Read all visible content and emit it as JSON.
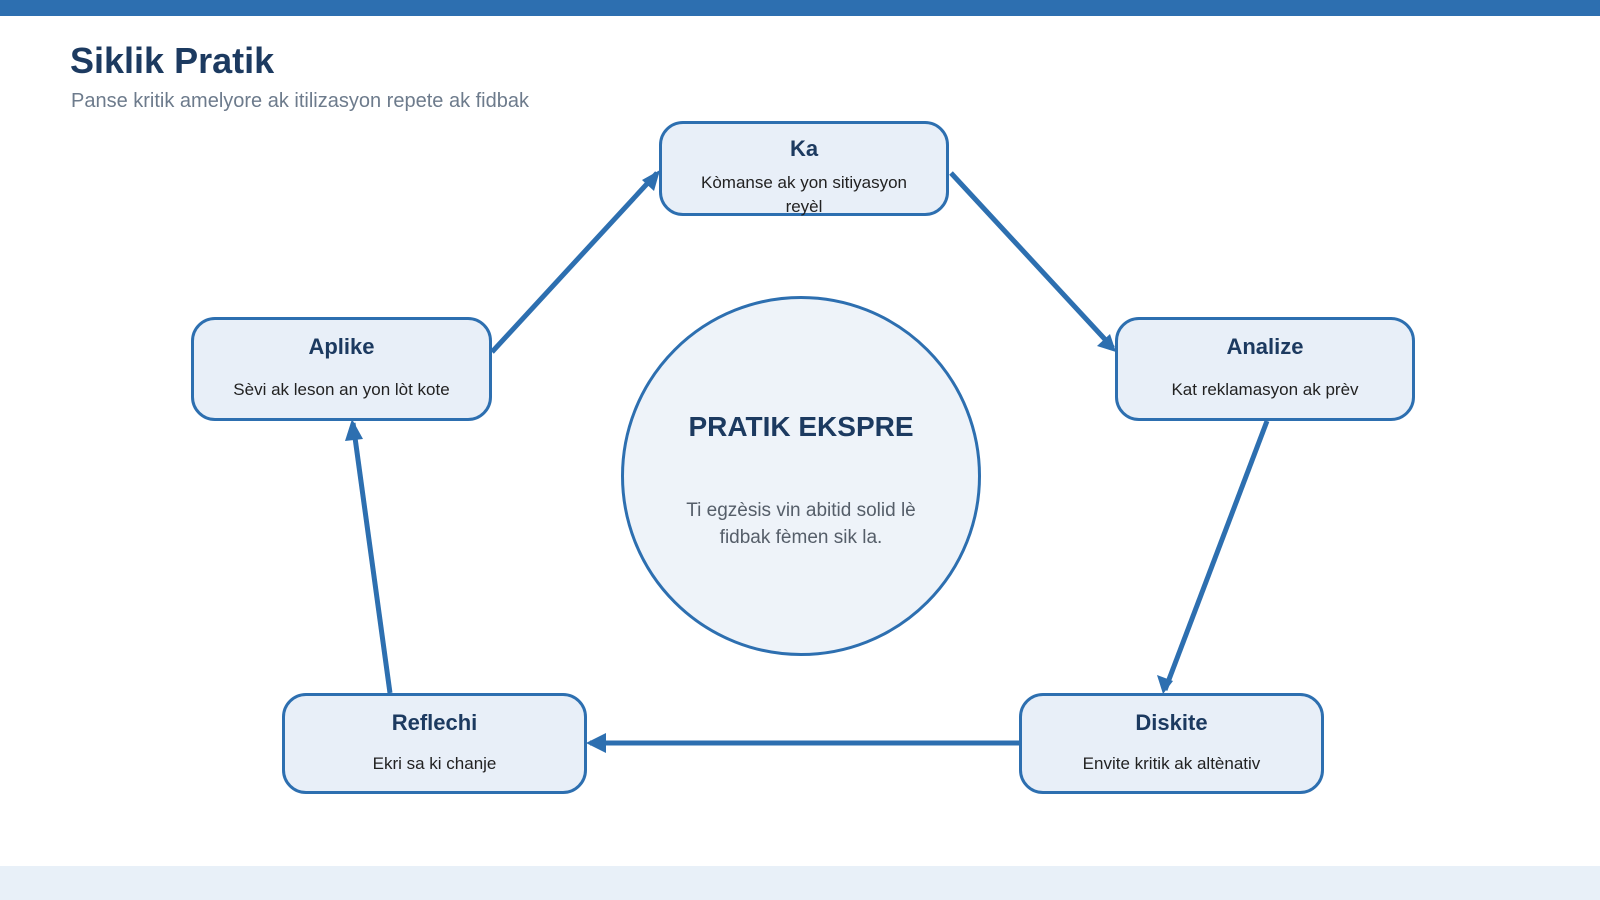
{
  "header": {
    "title": "Siklik Pratik",
    "subtitle": "Panse kritik amelyore ak itilizasyon repete ak fidbak"
  },
  "center": {
    "title": "PRATIK EKSPRE",
    "description": "Ti egzèsis vin abitid solid lè fidbak fèmen sik la."
  },
  "stages": [
    {
      "title": "Ka",
      "description": "Kòmanse ak yon sitiyasyon reyèl"
    },
    {
      "title": "Analize",
      "description": "Kat reklamasyon ak prèv"
    },
    {
      "title": "Diskite",
      "description": "Envite kritik ak altènativ"
    },
    {
      "title": "Reflechi",
      "description": "Ekri sa ki chanje"
    },
    {
      "title": "Aplike",
      "description": "Sèvi ak leson an yon lòt kote"
    }
  ],
  "colors": {
    "accent": "#2d6fb0",
    "title": "#1c3a60",
    "node_fill": "#e8eff8",
    "subtitle": "#6d7b8c"
  }
}
